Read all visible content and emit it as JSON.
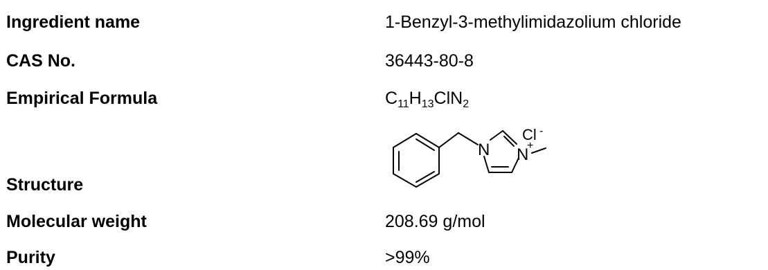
{
  "rows": {
    "ingredient": {
      "label": "Ingredient name",
      "value": "1-Benzyl-3-methylimidazolium chloride"
    },
    "cas": {
      "label": "CAS No.",
      "value": "36443-80-8"
    },
    "formula": {
      "label": "Empirical Formula",
      "parts": [
        {
          "text": "C"
        },
        {
          "sub": "11"
        },
        {
          "text": "H"
        },
        {
          "sub": "13"
        },
        {
          "text": "ClN"
        },
        {
          "sub": "2"
        }
      ]
    },
    "structure": {
      "label": "Structure",
      "atoms": {
        "n1": "N",
        "n2": "N",
        "plus": "+",
        "cl": "Cl",
        "minus": "-"
      }
    },
    "mw": {
      "label": "Molecular weight",
      "value": "208.69 g/mol"
    },
    "purity": {
      "label": "Purity",
      "value": ">99%"
    }
  }
}
